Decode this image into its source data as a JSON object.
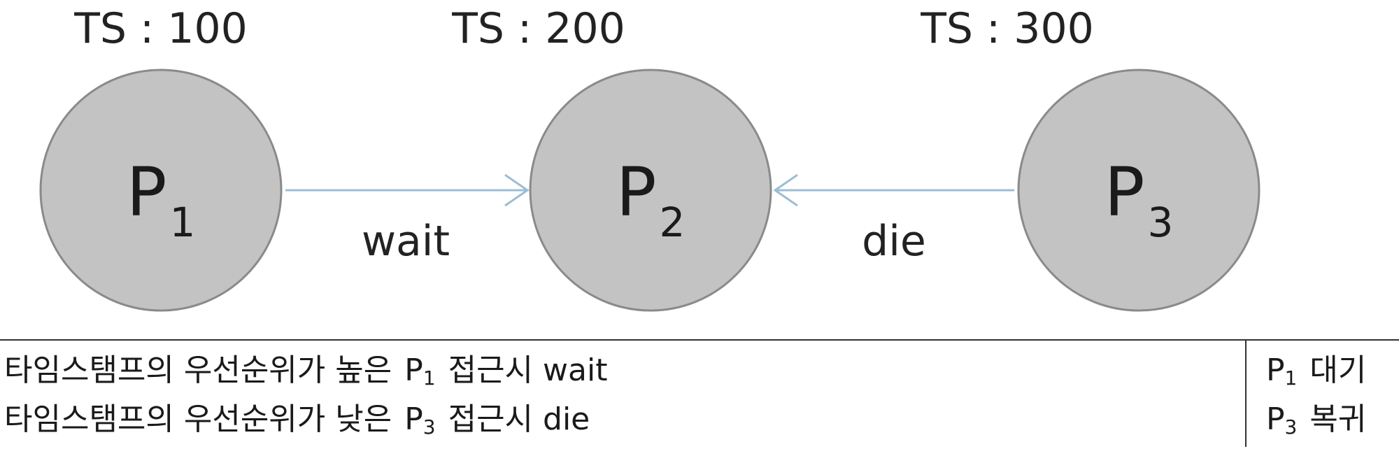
{
  "nodes": [
    {
      "ts_label": "TS : 100",
      "name": "P",
      "sub": "1"
    },
    {
      "ts_label": "TS : 200",
      "name": "P",
      "sub": "2"
    },
    {
      "ts_label": "TS : 300",
      "name": "P",
      "sub": "3"
    }
  ],
  "edges": [
    {
      "from": "P1",
      "to": "P2",
      "label": "wait"
    },
    {
      "from": "P3",
      "to": "P2",
      "label": "die"
    }
  ],
  "table": {
    "rows": [
      {
        "desc_prefix": "타임스탬프의 우선순위가 높은",
        "desc_process": "P",
        "desc_sub": "1",
        "desc_suffix": "접근시 wait",
        "result_process": "P",
        "result_sub": "1",
        "result_text": "대기"
      },
      {
        "desc_prefix": "타임스탬프의 우선순위가 낮은",
        "desc_process": "P",
        "desc_sub": "3",
        "desc_suffix": "접근시 die",
        "result_process": "P",
        "result_sub": "3",
        "result_text": "복귀"
      }
    ]
  },
  "colors": {
    "node_fill": "#c3c3c3",
    "node_stroke": "#8a8a8a",
    "arrow": "#9cbdd4",
    "text": "#222222",
    "table_border": "#333333"
  }
}
